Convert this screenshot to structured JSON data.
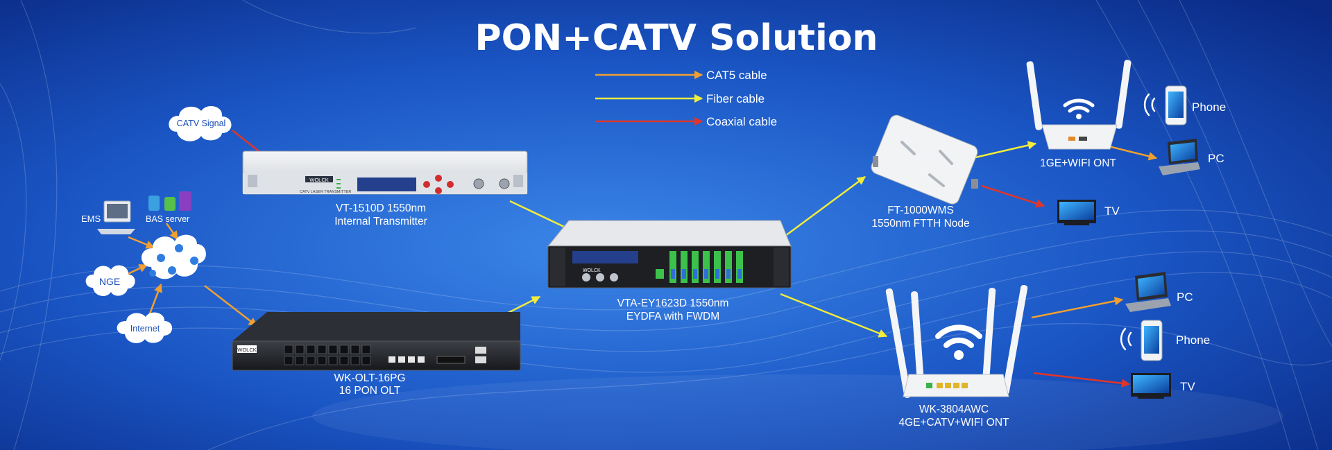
{
  "title": "PON+CATV  Solution",
  "legend": [
    {
      "label": "CAT5 cable",
      "color": "#f0a030"
    },
    {
      "label": "Fiber cable",
      "color": "#f2ec3a"
    },
    {
      "label": "Coaxial cable",
      "color": "#e0352a"
    }
  ],
  "clouds": {
    "catv": "CATV Signal",
    "nge": "NGE",
    "internet": "Internet"
  },
  "endpoints": {
    "ems": "EMS",
    "bas": "BAS server",
    "phone_top": "Phone",
    "pc_top": "PC",
    "tv_top": "TV",
    "pc_bottom": "PC",
    "phone_bottom": "Phone",
    "tv_bottom": "TV"
  },
  "devices": {
    "transmitter": {
      "line1": "VT-1510D 1550nm",
      "line2": "Internal Transmitter",
      "brand": "WOLCK",
      "panel": "CATV LASER TRANSMITTER",
      "icon": "rack-transmitter-icon"
    },
    "olt": {
      "line1": "WK-OLT-16PG",
      "line2": "16 PON OLT",
      "brand": "WOLCK",
      "icon": "olt-switch-icon"
    },
    "edfa": {
      "line1": "VTA-EY1623D 1550nm",
      "line2": "EYDFA with FWDM",
      "brand": "WOLCK",
      "icon": "edfa-amplifier-icon"
    },
    "node": {
      "line1": "FT-1000WMS",
      "line2": "1550nm FTTH Node",
      "icon": "ftth-node-icon"
    },
    "ont1": {
      "line1": "1GE+WIFI ONT",
      "icon": "wifi-router-icon"
    },
    "ont2": {
      "line1": "WK-3804AWC",
      "line2": "4GE+CATV+WIFI ONT",
      "icon": "wifi-router-icon"
    }
  },
  "colors": {
    "bg_dark": "#0a2f8c",
    "bg_light": "#2a6fd6",
    "cat5": "#f0a030",
    "fiber": "#f2ec3a",
    "coax": "#e0352a"
  }
}
